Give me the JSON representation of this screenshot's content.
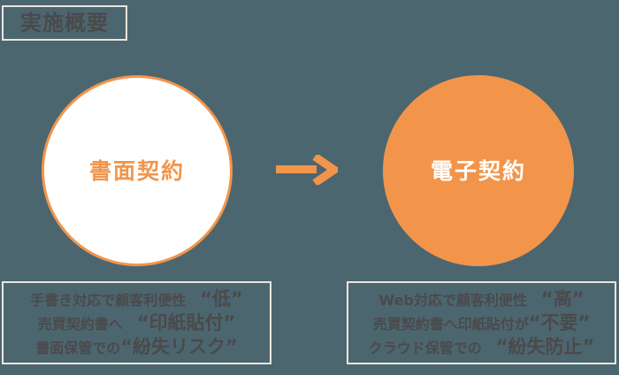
{
  "slide": {
    "background_color": "#4c6670",
    "accent_color": "#f2954b",
    "title": "実施概要"
  },
  "diagram": {
    "before": {
      "circle_label": "書面契約",
      "fill": "#ffffff",
      "text_color": "#f2954b"
    },
    "arrow": {
      "icon": "arrow-right-icon",
      "color": "#f2954b"
    },
    "after": {
      "circle_label": "電子契約",
      "fill": "#f2954b",
      "text_color": "#ffffff"
    }
  },
  "captions": {
    "left": {
      "lines": [
        {
          "prefix": "手書き対応で顧客利便性　",
          "highlight": "“低”",
          "suffix": ""
        },
        {
          "prefix": "売買契約書へ　",
          "highlight": "“印紙貼付”",
          "suffix": ""
        },
        {
          "prefix": "書面保管での",
          "highlight": "“紛失リスク”",
          "suffix": ""
        }
      ]
    },
    "right": {
      "lines": [
        {
          "prefix": "Web対応で顧客利便性　",
          "highlight": "“高”",
          "suffix": ""
        },
        {
          "prefix": "売買契約書へ印紙貼付が",
          "highlight": "“不要”",
          "suffix": ""
        },
        {
          "prefix": "クラウド保管での　",
          "highlight": "“紛失防止”",
          "suffix": ""
        }
      ]
    }
  }
}
